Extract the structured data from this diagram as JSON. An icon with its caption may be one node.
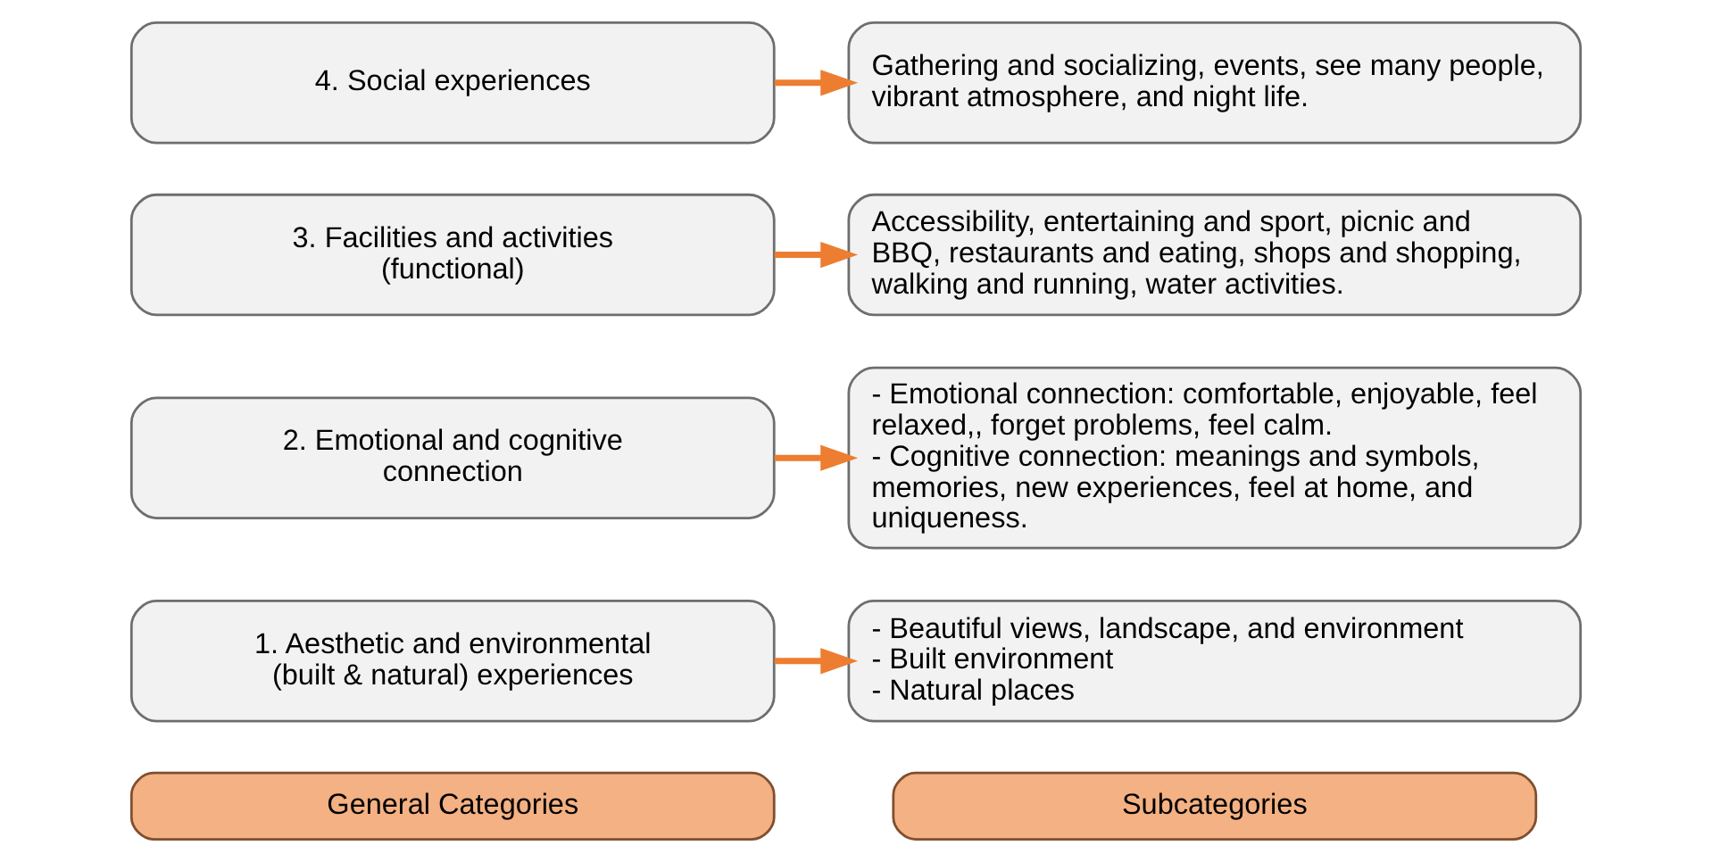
{
  "diagram": {
    "nodes": [
      {
        "text": [
          "General Categories"
        ]
      },
      {
        "text": [
          "Subcategories"
        ]
      },
      {
        "text": [
          "1. Aesthetic and environmental (built & natural) experiences"
        ]
      },
      {
        "text": [
          "- Beautiful views, landscape, and environment",
          "- Built environment",
          "- Natural places"
        ]
      },
      {
        "text": [
          "2. Emotional and cognitive connection"
        ]
      },
      {
        "text": [
          "- Emotional connection: comfortable, enjoyable, feel relaxed,, forget problems, feel calm.",
          "- Cognitive connection: meanings and symbols, memories, new experiences, feel at home, and uniqueness."
        ]
      },
      {
        "text": [
          "3. Facilities and activities (functional)"
        ]
      },
      {
        "text": [
          "Accessibility, entertaining and sport, picnic and BBQ, restaurants and eating, shops and shopping, walking and running, water activities."
        ]
      },
      {
        "text": [
          "4. Social experiences"
        ]
      },
      {
        "text": [
          "Gathering and socializing, events, see many people, vibrant atmosphere, and night life."
        ]
      }
    ],
    "edges": [
      {
        "from": 2,
        "to": 3,
        "arrow": "to"
      },
      {
        "from": 4,
        "to": 5,
        "arrow": "to"
      },
      {
        "from": 6,
        "to": 7,
        "arrow": "to"
      },
      {
        "from": 8,
        "to": 9,
        "arrow": "to"
      }
    ]
  }
}
